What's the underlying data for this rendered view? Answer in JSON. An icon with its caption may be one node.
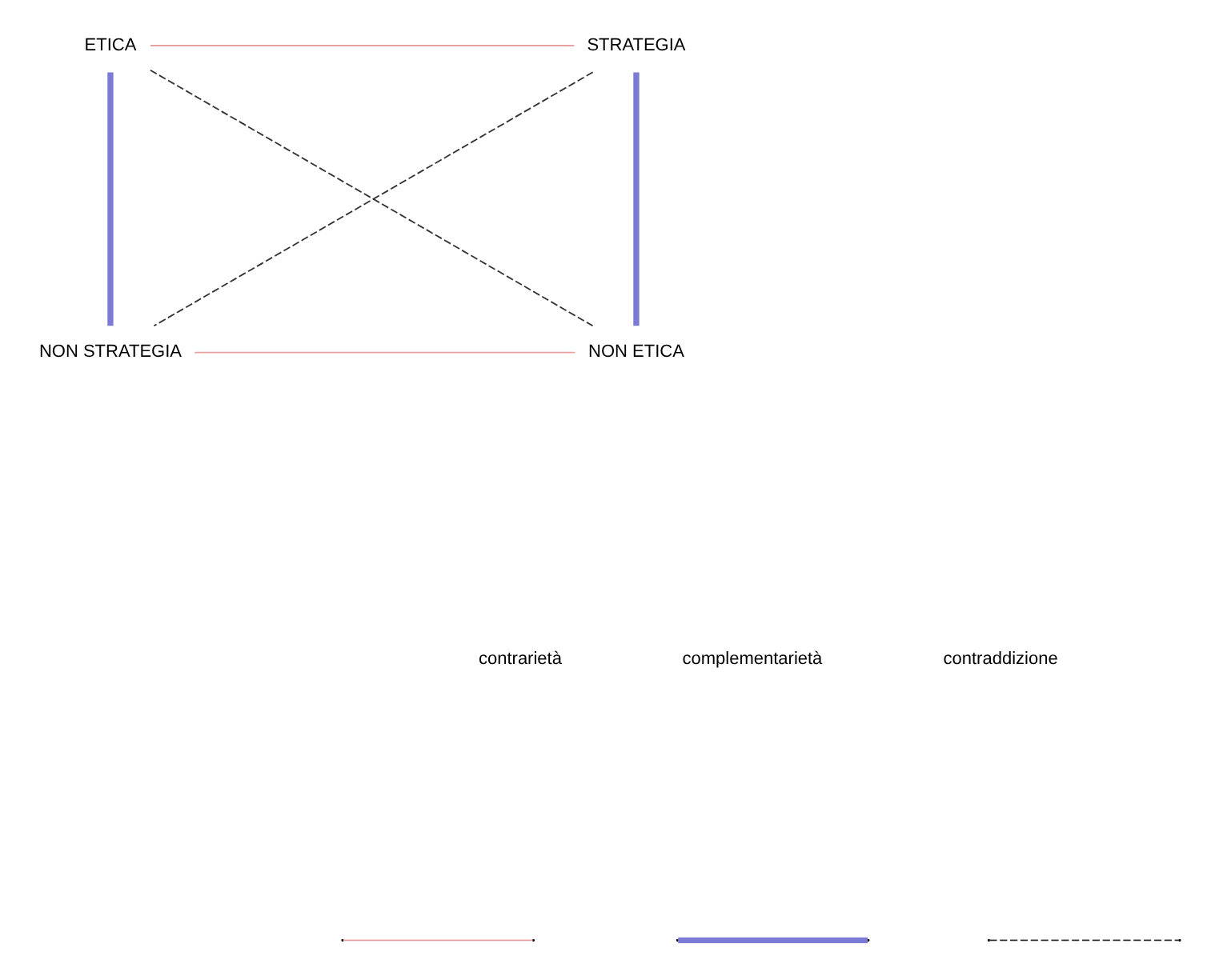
{
  "diagram": {
    "nodes": [
      {
        "text": [
          "ETICA"
        ]
      },
      {
        "text": [
          "STRATEGIA"
        ]
      },
      {
        "text": [
          "NON STRATEGIA"
        ]
      },
      {
        "text": [
          "NON ETICA"
        ]
      }
    ],
    "edges": [
      {
        "from": 0,
        "to": 1,
        "arrow": "none",
        "color": "#e8a0a0"
      },
      {
        "from": 2,
        "to": 3,
        "arrow": "none",
        "color": "#e8a0a0"
      },
      {
        "from": 0,
        "to": 2,
        "arrow": "none",
        "style": "thick",
        "color": "#7b7bd6"
      },
      {
        "from": 1,
        "to": 3,
        "arrow": "none",
        "style": "thick",
        "color": "#7b7bd6"
      },
      {
        "from": 0,
        "to": 3,
        "arrow": "none",
        "style": "dashed",
        "color": "#333333"
      },
      {
        "from": 1,
        "to": 2,
        "arrow": "none",
        "style": "dashed",
        "color": "#333333"
      }
    ],
    "legend": [
      {
        "text": "contrarietà"
      },
      {
        "text": "complementarietà"
      },
      {
        "text": "contraddizione"
      }
    ]
  }
}
